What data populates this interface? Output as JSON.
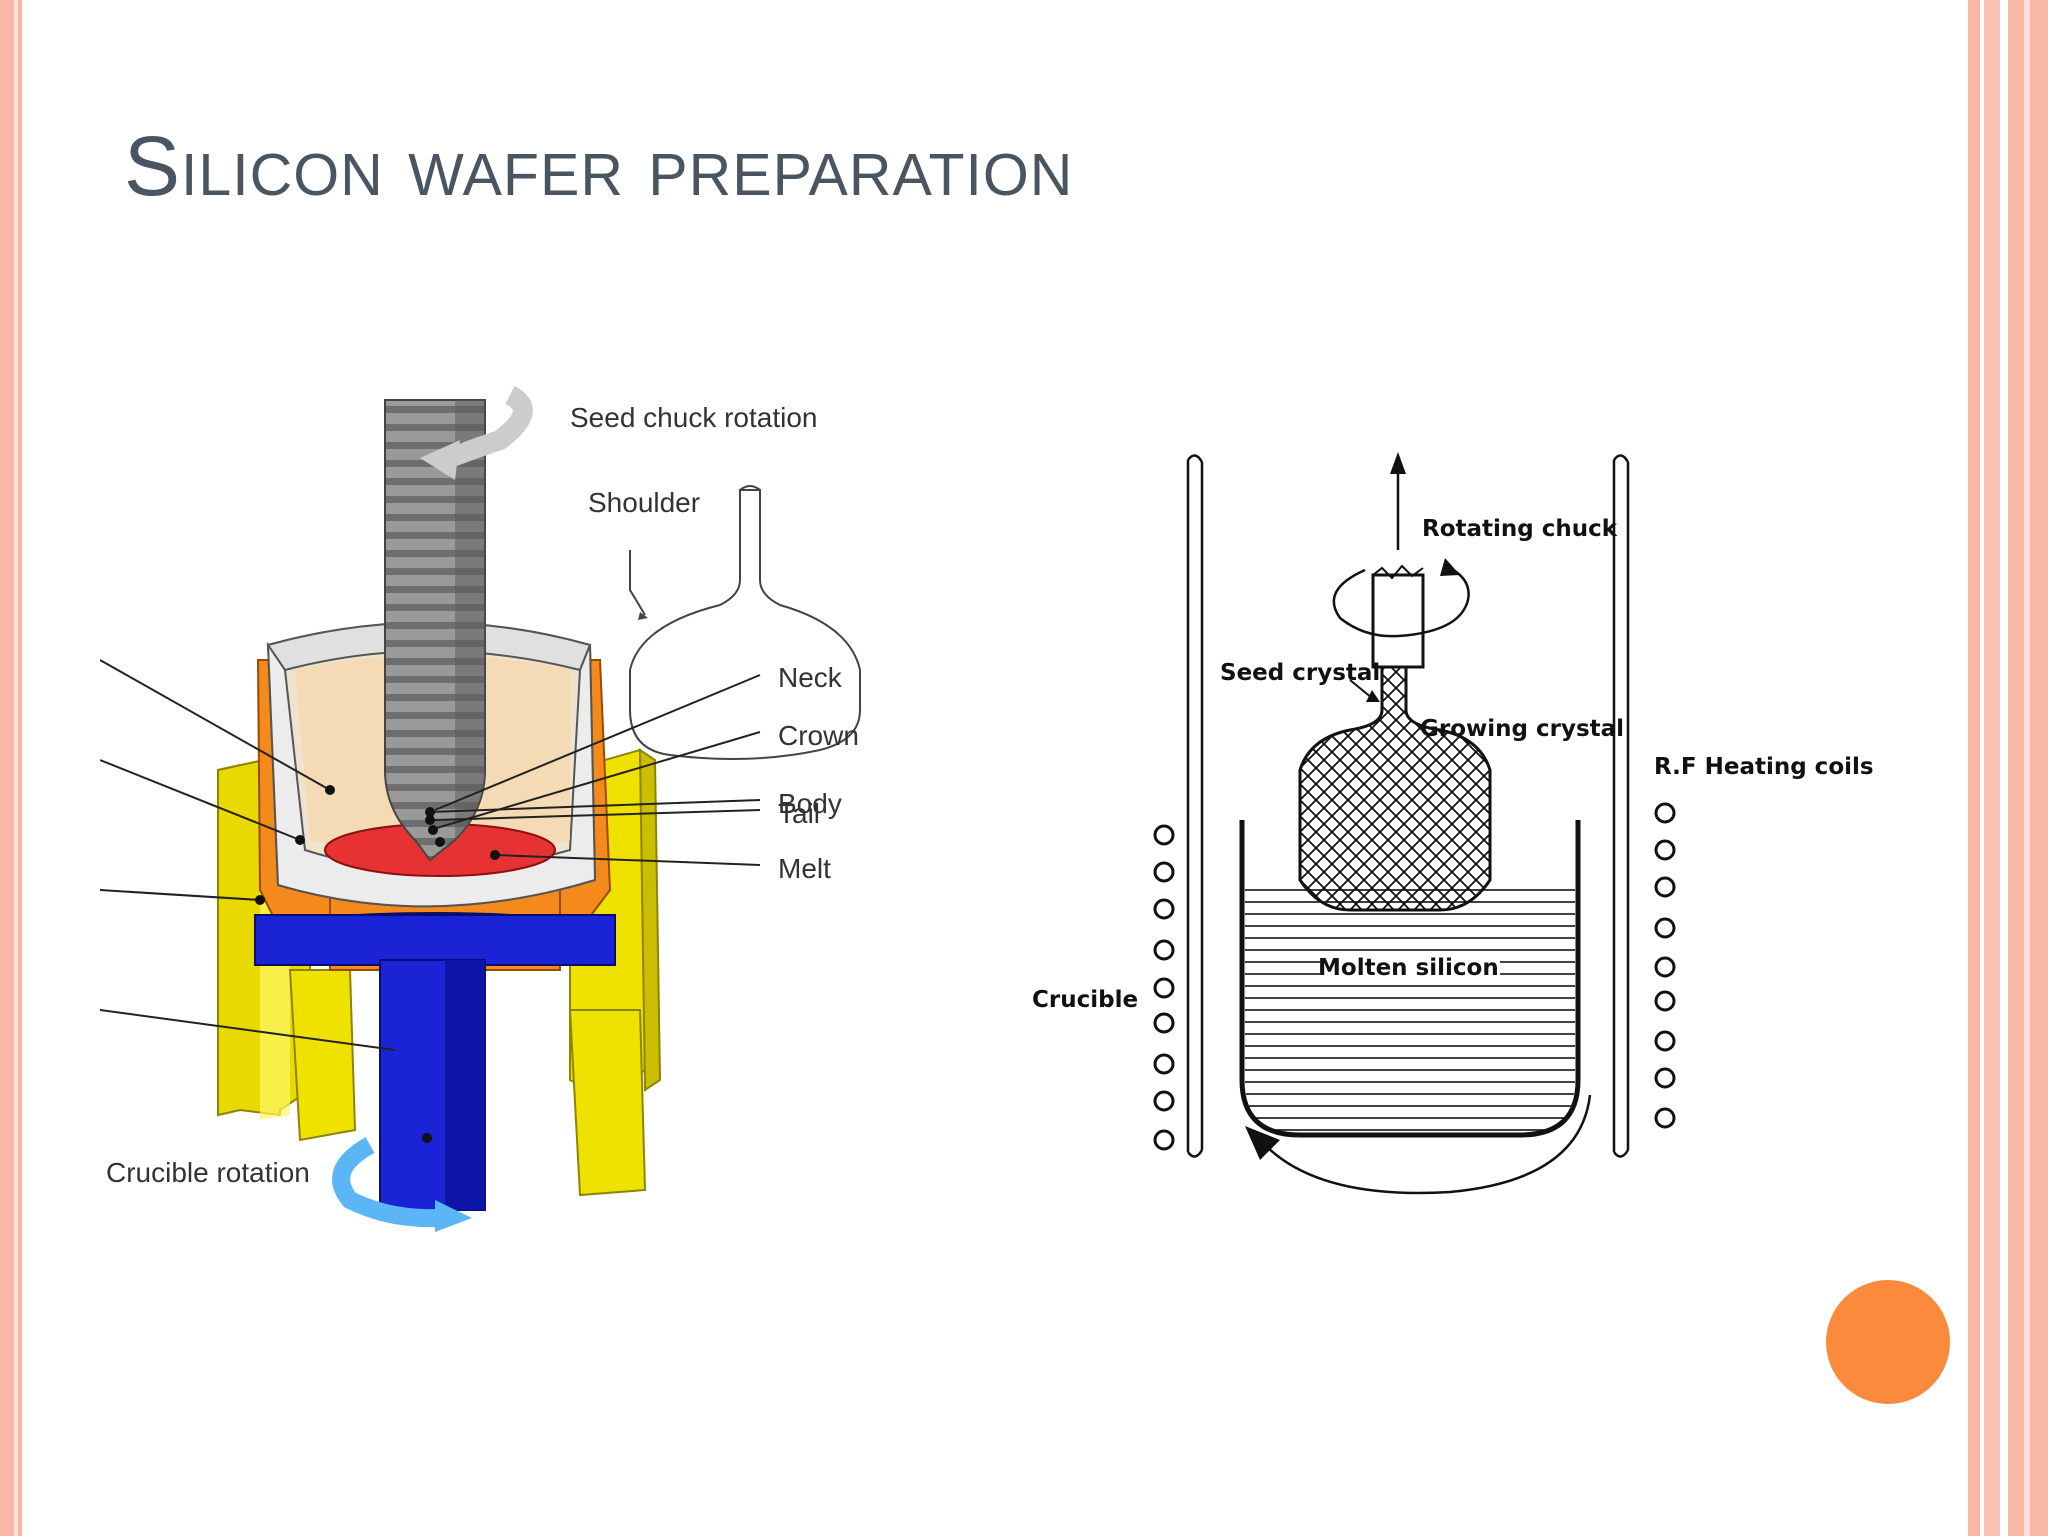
{
  "slide": {
    "title": "Silicon wafer preparation"
  },
  "left_diagram": {
    "labels": {
      "seed_chuck_rotation": "Seed chuck rotation",
      "shoulder": "Shoulder",
      "neck": "Neck",
      "crown": "Crown",
      "body": "Body",
      "tail": "Tail",
      "melt": "Melt",
      "crucible_rotation": "Crucible rotation"
    },
    "colors": {
      "heater": "#f0e200",
      "crucible_outer": "#f58a1c",
      "crucible_inner": "#ececec",
      "melt": "#e63232",
      "shaft": "#1a24d6",
      "seed_rod": "#8f8f8f",
      "rotation_arrow": "#5ab6f5"
    }
  },
  "right_diagram": {
    "labels": {
      "rotating_chuck": "Rotating chuck",
      "seed_crystal": "Seed crystal",
      "growing_crystal": "Growing crystal",
      "rf_heating_coils": "R.F Heating coils",
      "molten_silicon": "Molten silicon",
      "crucible": "Crucible"
    }
  },
  "colors": {
    "accent_dot": "#fb8a3c",
    "border": "#f7b8a6",
    "title": "#4a5562"
  }
}
